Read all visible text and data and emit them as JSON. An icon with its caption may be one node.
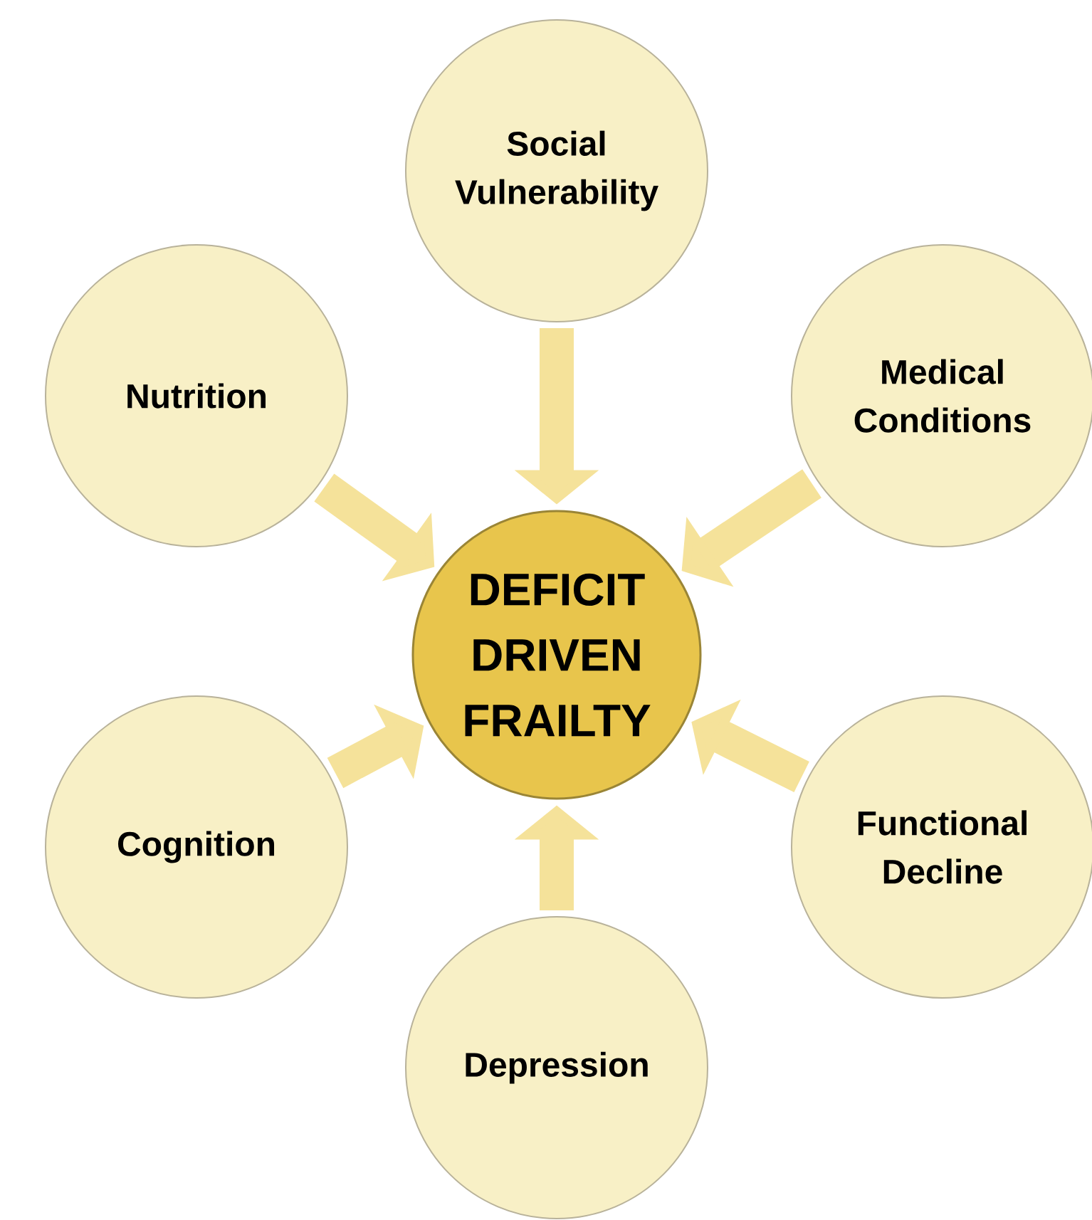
{
  "diagram": {
    "nodes": [
      {
        "text": [
          "DEFICIT DRIVEN FRAILTY"
        ]
      },
      {
        "text": [
          "Social Vulnerability"
        ]
      },
      {
        "text": [
          "Medical Conditions"
        ]
      },
      {
        "text": [
          "Functional Decline"
        ]
      },
      {
        "text": [
          "Depression"
        ]
      },
      {
        "text": [
          "Cognition"
        ]
      },
      {
        "text": [
          "Nutrition"
        ]
      }
    ],
    "edges": [
      {
        "from": 1,
        "to": 0,
        "arrow": "to"
      },
      {
        "from": 2,
        "to": 0,
        "arrow": "to"
      },
      {
        "from": 3,
        "to": 0,
        "arrow": "to"
      },
      {
        "from": 4,
        "to": 0,
        "arrow": "to"
      },
      {
        "from": 5,
        "to": 0,
        "arrow": "to"
      },
      {
        "from": 6,
        "to": 0,
        "arrow": "to"
      }
    ]
  }
}
